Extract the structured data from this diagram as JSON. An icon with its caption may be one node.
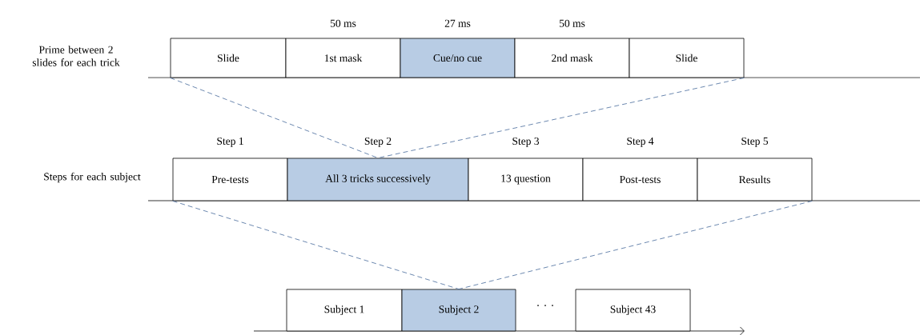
{
  "diagram": {
    "nodes": [
      {
        "text": [
          "Slide"
        ]
      },
      {
        "text": [
          "1st mask"
        ],
        "beside": [
          "50 ms"
        ]
      },
      {
        "text": [
          "Cue/no cue"
        ],
        "beside": [
          "27 ms"
        ]
      },
      {
        "text": [
          "2nd mask"
        ],
        "beside": [
          "50 ms"
        ]
      },
      {
        "text": [
          "Slide"
        ]
      },
      {
        "text": [
          "Pre-tests"
        ],
        "beside": [
          "Step 1"
        ]
      },
      {
        "text": [
          "All 3 tricks successively"
        ],
        "beside": [
          "Step 2"
        ]
      },
      {
        "text": [
          "13 question"
        ],
        "beside": [
          "Step 3"
        ]
      },
      {
        "text": [
          "Post-tests"
        ],
        "beside": [
          "Step 4"
        ]
      },
      {
        "text": [
          "Results"
        ],
        "beside": [
          "Step 5"
        ]
      },
      {
        "text": [
          "Subject 1"
        ]
      },
      {
        "text": [
          "Subject 2"
        ]
      },
      {
        "text": [
          "Subject 43"
        ]
      }
    ],
    "edges": [
      {
        "from": 0,
        "to": 6,
        "arrow": "none",
        "style": "dashed",
        "color": "#5b7aa6"
      },
      {
        "from": 4,
        "to": 6,
        "arrow": "none",
        "style": "dashed",
        "color": "#5b7aa6"
      },
      {
        "from": 5,
        "to": 11,
        "arrow": "none",
        "style": "dashed",
        "color": "#5b7aa6"
      },
      {
        "from": 9,
        "to": 11,
        "arrow": "none",
        "style": "dashed",
        "color": "#5b7aa6"
      }
    ],
    "labels": [
      "Prime between 2 slides for each trick",
      "Steps for each subject",
      "· · ·"
    ]
  }
}
